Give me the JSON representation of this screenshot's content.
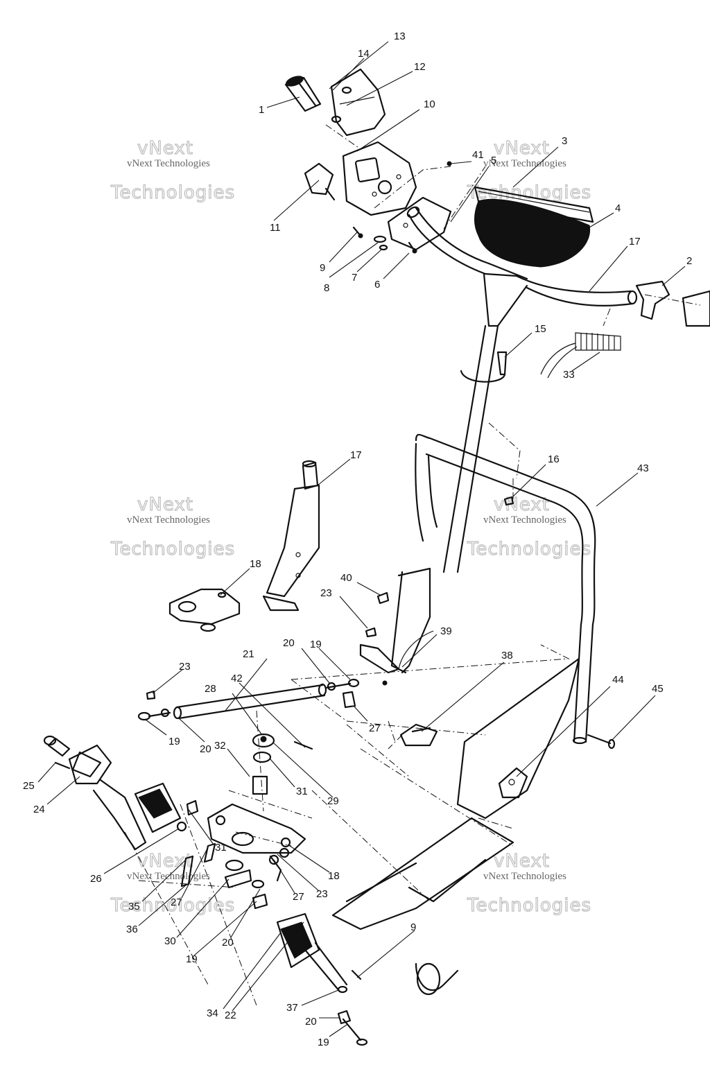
{
  "watermark": {
    "small_text": "vNext Technologies",
    "big_text_1": "vNext",
    "big_text_2": "Technologies"
  },
  "callouts": [
    {
      "id": "c13a",
      "label": "13"
    },
    {
      "id": "c14",
      "label": "14"
    },
    {
      "id": "c12",
      "label": "12"
    },
    {
      "id": "c1",
      "label": "1"
    },
    {
      "id": "c10",
      "label": "10"
    },
    {
      "id": "c3",
      "label": "3"
    },
    {
      "id": "c41",
      "label": "41"
    },
    {
      "id": "c5",
      "label": "5"
    },
    {
      "id": "c11",
      "label": "11"
    },
    {
      "id": "c4",
      "label": "4"
    },
    {
      "id": "c17a",
      "label": "17"
    },
    {
      "id": "c9a",
      "label": "9"
    },
    {
      "id": "c8",
      "label": "8"
    },
    {
      "id": "c7",
      "label": "7"
    },
    {
      "id": "c6",
      "label": "6"
    },
    {
      "id": "c2",
      "label": "2"
    },
    {
      "id": "c15",
      "label": "15"
    },
    {
      "id": "c33",
      "label": "33"
    },
    {
      "id": "c17b",
      "label": "17"
    },
    {
      "id": "c16",
      "label": "16"
    },
    {
      "id": "c43",
      "label": "43"
    },
    {
      "id": "c18a",
      "label": "18"
    },
    {
      "id": "c40",
      "label": "40"
    },
    {
      "id": "c23a",
      "label": "23"
    },
    {
      "id": "c39",
      "label": "39"
    },
    {
      "id": "c20a",
      "label": "20"
    },
    {
      "id": "c19a",
      "label": "19"
    },
    {
      "id": "c21",
      "label": "21"
    },
    {
      "id": "c23b",
      "label": "23"
    },
    {
      "id": "c42",
      "label": "42"
    },
    {
      "id": "c28",
      "label": "28"
    },
    {
      "id": "c38",
      "label": "38"
    },
    {
      "id": "c44",
      "label": "44"
    },
    {
      "id": "c45",
      "label": "45"
    },
    {
      "id": "c27a",
      "label": "27"
    },
    {
      "id": "c19b",
      "label": "19"
    },
    {
      "id": "c20b",
      "label": "20"
    },
    {
      "id": "c32",
      "label": "32"
    },
    {
      "id": "c25",
      "label": "25"
    },
    {
      "id": "c31a",
      "label": "31"
    },
    {
      "id": "c29",
      "label": "29"
    },
    {
      "id": "c24",
      "label": "24"
    },
    {
      "id": "c26",
      "label": "26"
    },
    {
      "id": "c31b",
      "label": "31"
    },
    {
      "id": "c18b",
      "label": "18"
    },
    {
      "id": "c23c",
      "label": "23"
    },
    {
      "id": "c35",
      "label": "35"
    },
    {
      "id": "c27b",
      "label": "27"
    },
    {
      "id": "c27c",
      "label": "27"
    },
    {
      "id": "c36",
      "label": "36"
    },
    {
      "id": "c30",
      "label": "30"
    },
    {
      "id": "c20c",
      "label": "20"
    },
    {
      "id": "c19c",
      "label": "19"
    },
    {
      "id": "c9b",
      "label": "9"
    },
    {
      "id": "c34",
      "label": "34"
    },
    {
      "id": "c22",
      "label": "22"
    },
    {
      "id": "c37",
      "label": "37"
    },
    {
      "id": "c20d",
      "label": "20"
    },
    {
      "id": "c19d",
      "label": "19"
    }
  ]
}
